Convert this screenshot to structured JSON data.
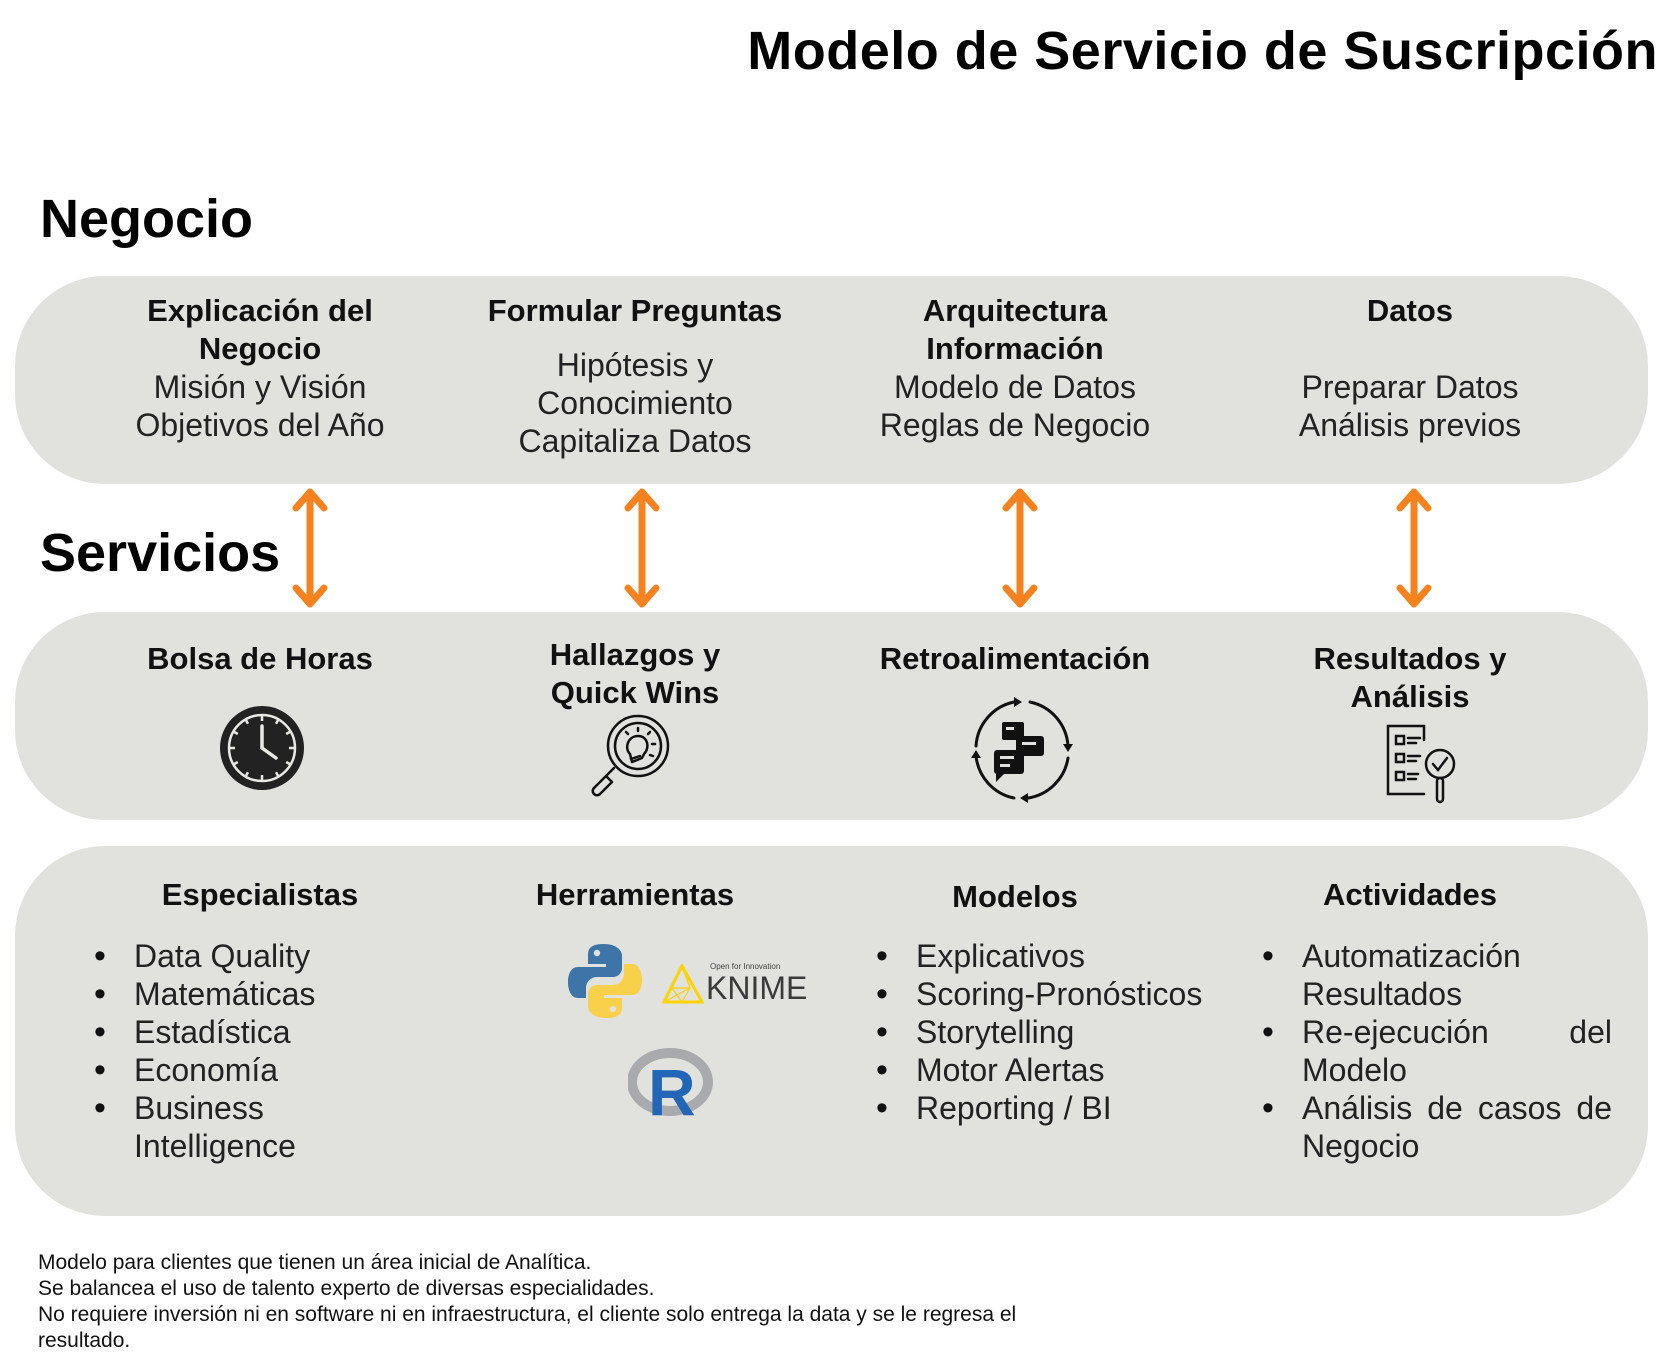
{
  "title": "Modelo de Servicio de Suscripción",
  "sections": {
    "negocio": "Negocio",
    "servicios": "Servicios"
  },
  "colors": {
    "panel": "#e1e1dd",
    "arrow": "#f5821f",
    "python_blue": "#3d75a8",
    "python_yellow": "#f9d04a",
    "knime_yellow": "#fcd200",
    "r_blue": "#2166b7",
    "r_gray": "#a9aaae"
  },
  "negocio": [
    {
      "heading": [
        "Explicación del",
        "Negocio"
      ],
      "lines": [
        "Misión y Visión",
        "Objetivos del Año"
      ]
    },
    {
      "heading": [
        "Formular Preguntas"
      ],
      "lines": [
        "Hipótesis y",
        "Conocimiento",
        "Capitaliza Datos"
      ]
    },
    {
      "heading": [
        "Arquitectura",
        "Información"
      ],
      "lines": [
        "Modelo de Datos",
        "Reglas de Negocio"
      ]
    },
    {
      "heading": [
        "Datos"
      ],
      "lines": [
        "Preparar Datos",
        "Análisis previos"
      ]
    }
  ],
  "servicios": [
    {
      "heading": [
        "Bolsa de Horas"
      ],
      "icon": "clock-icon"
    },
    {
      "heading": [
        "Hallazgos y",
        "Quick Wins"
      ],
      "icon": "magnifier-lightbulb-icon"
    },
    {
      "heading": [
        "Retroalimentación"
      ],
      "icon": "feedback-cycle-chat-icon"
    },
    {
      "heading": [
        "Resultados y",
        "Análisis"
      ],
      "icon": "checklist-magnifier-icon"
    }
  ],
  "recursos": {
    "especialistas": {
      "heading": "Especialistas",
      "items": [
        "Data Quality",
        "Matemáticas",
        "Estadística",
        "Economía",
        "Business Intelligence"
      ]
    },
    "herramientas": {
      "heading": "Herramientas",
      "logos": [
        "python-logo",
        "knime-logo",
        "r-logo"
      ],
      "knime_tagline": "Open for Innovation",
      "knime_name": "KNIME",
      "r_letter": "R"
    },
    "modelos": {
      "heading": "Modelos",
      "items": [
        "Explicativos",
        "Scoring-Pronósticos",
        "Storytelling",
        "Motor Alertas",
        "Reporting / BI"
      ]
    },
    "actividades": {
      "heading": "Actividades",
      "items": [
        "Automatización Resultados",
        "Re-ejecución del Modelo",
        "Análisis de casos de Negocio"
      ]
    }
  },
  "notes": [
    "Modelo para clientes que tienen un área inicial de Analítica.",
    "Se balancea el uso de talento experto de diversas especialidades.",
    "No requiere inversión ni en software ni en infraestructura, el cliente solo entrega la data y se le regresa el",
    "resultado."
  ]
}
